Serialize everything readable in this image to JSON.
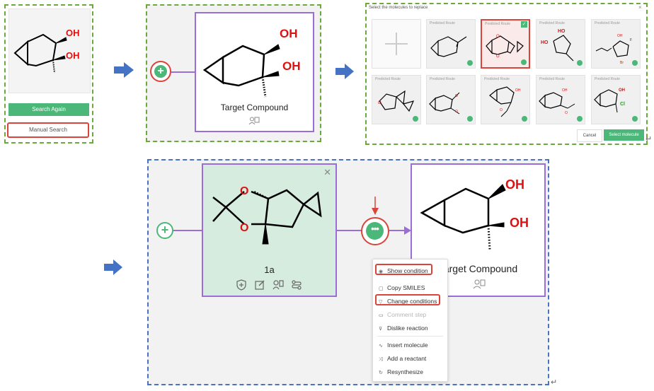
{
  "left_panel": {
    "oh1": "OH",
    "oh2": "OH",
    "search_again": "Search Again",
    "manual_search": "Manual Search"
  },
  "target_card": {
    "oh1": "OH",
    "oh2": "OH",
    "title": "Target Compound"
  },
  "replace_panel": {
    "title": "Select the molecules to replace",
    "tile_label": "Predicted Route",
    "cancel": "Cancel",
    "select": "Select molecule",
    "close": "×",
    "labels": {
      "ho": "HO",
      "oh": "OH",
      "o": "O",
      "br": "Br",
      "cl": "Cl",
      "f": "F"
    }
  },
  "route": {
    "precursor": {
      "o1": "O",
      "o2": "O",
      "label": "1a",
      "close": "✕"
    },
    "target": {
      "oh1": "OH",
      "oh2": "OH",
      "title": "Target Compound"
    }
  },
  "context_menu": {
    "items": [
      {
        "label": "Show condition",
        "icon": "eye-icon"
      },
      {
        "label": "Copy SMILES",
        "icon": "copy-icon"
      },
      {
        "label": "Change conditions",
        "icon": "flask-icon"
      },
      {
        "label": "Comment step",
        "icon": "comment-icon"
      },
      {
        "label": "Dislike reaction",
        "icon": "thumbs-down-icon"
      },
      {
        "label": "Insert molecule",
        "icon": "insert-icon"
      },
      {
        "label": "Add a reactant",
        "icon": "add-reactant-icon"
      },
      {
        "label": "Resynthesize",
        "icon": "refresh-icon"
      }
    ]
  },
  "colors": {
    "green_dash": "#6aaa3a",
    "blue_dash": "#4a72c4",
    "purple": "#9b6dd6",
    "accent_green": "#4bb87a",
    "highlight_red": "#d9443b",
    "oh_red": "#e01010"
  }
}
